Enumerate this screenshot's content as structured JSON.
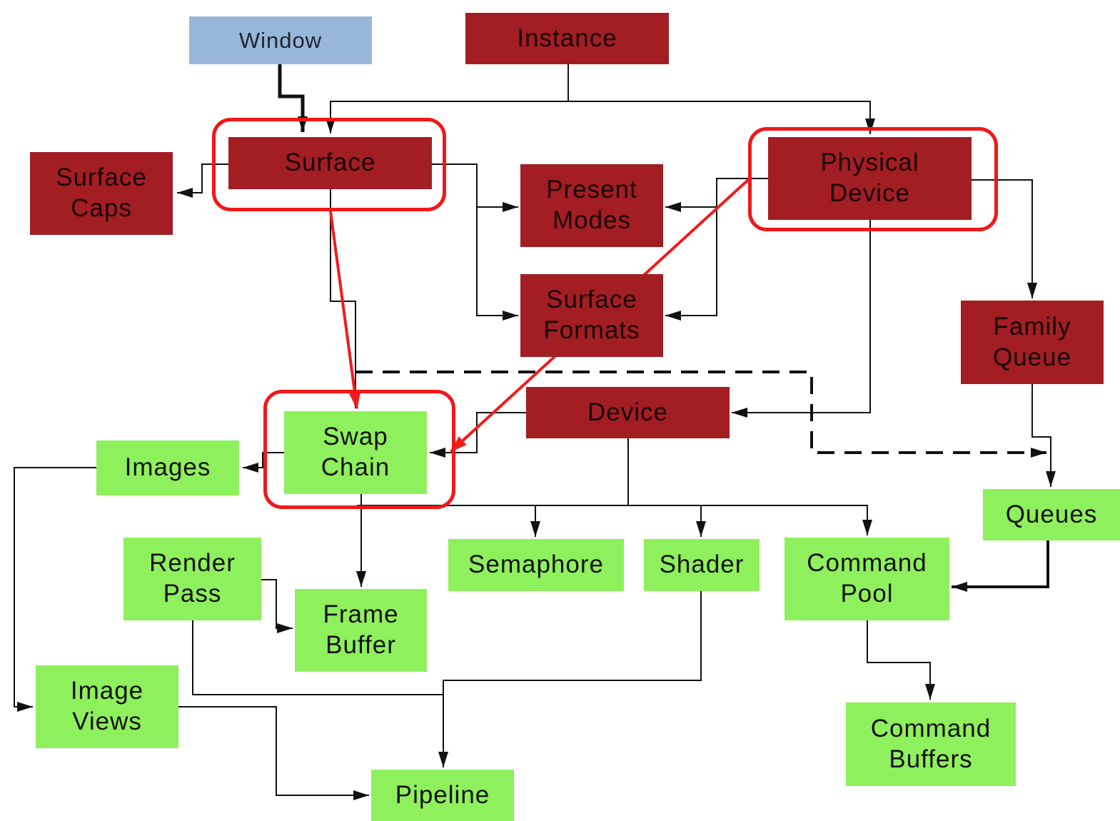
{
  "colors": {
    "platform": "#97b7da",
    "vulkan_core": "#a21e23",
    "resource": "#8ef05c",
    "highlight": "#f01818"
  },
  "nodes": {
    "window": "Window",
    "instance": "Instance",
    "surface": "Surface",
    "surface_caps": "Surface\nCaps",
    "present_modes": "Present\nModes",
    "surface_formats": "Surface\nFormats",
    "physical_device": "Physical\nDevice",
    "family_queue": "Family\nQueue",
    "device": "Device",
    "swap_chain": "Swap\nChain",
    "images": "Images",
    "queues": "Queues",
    "render_pass": "Render\nPass",
    "frame_buffer": "Frame\nBuffer",
    "semaphore": "Semaphore",
    "shader": "Shader",
    "command_pool": "Command\nPool",
    "image_views": "Image\nViews",
    "pipeline": "Pipeline",
    "command_buffers": "Command\nBuffers"
  },
  "highlighted": [
    "surface",
    "physical_device",
    "swap_chain"
  ]
}
